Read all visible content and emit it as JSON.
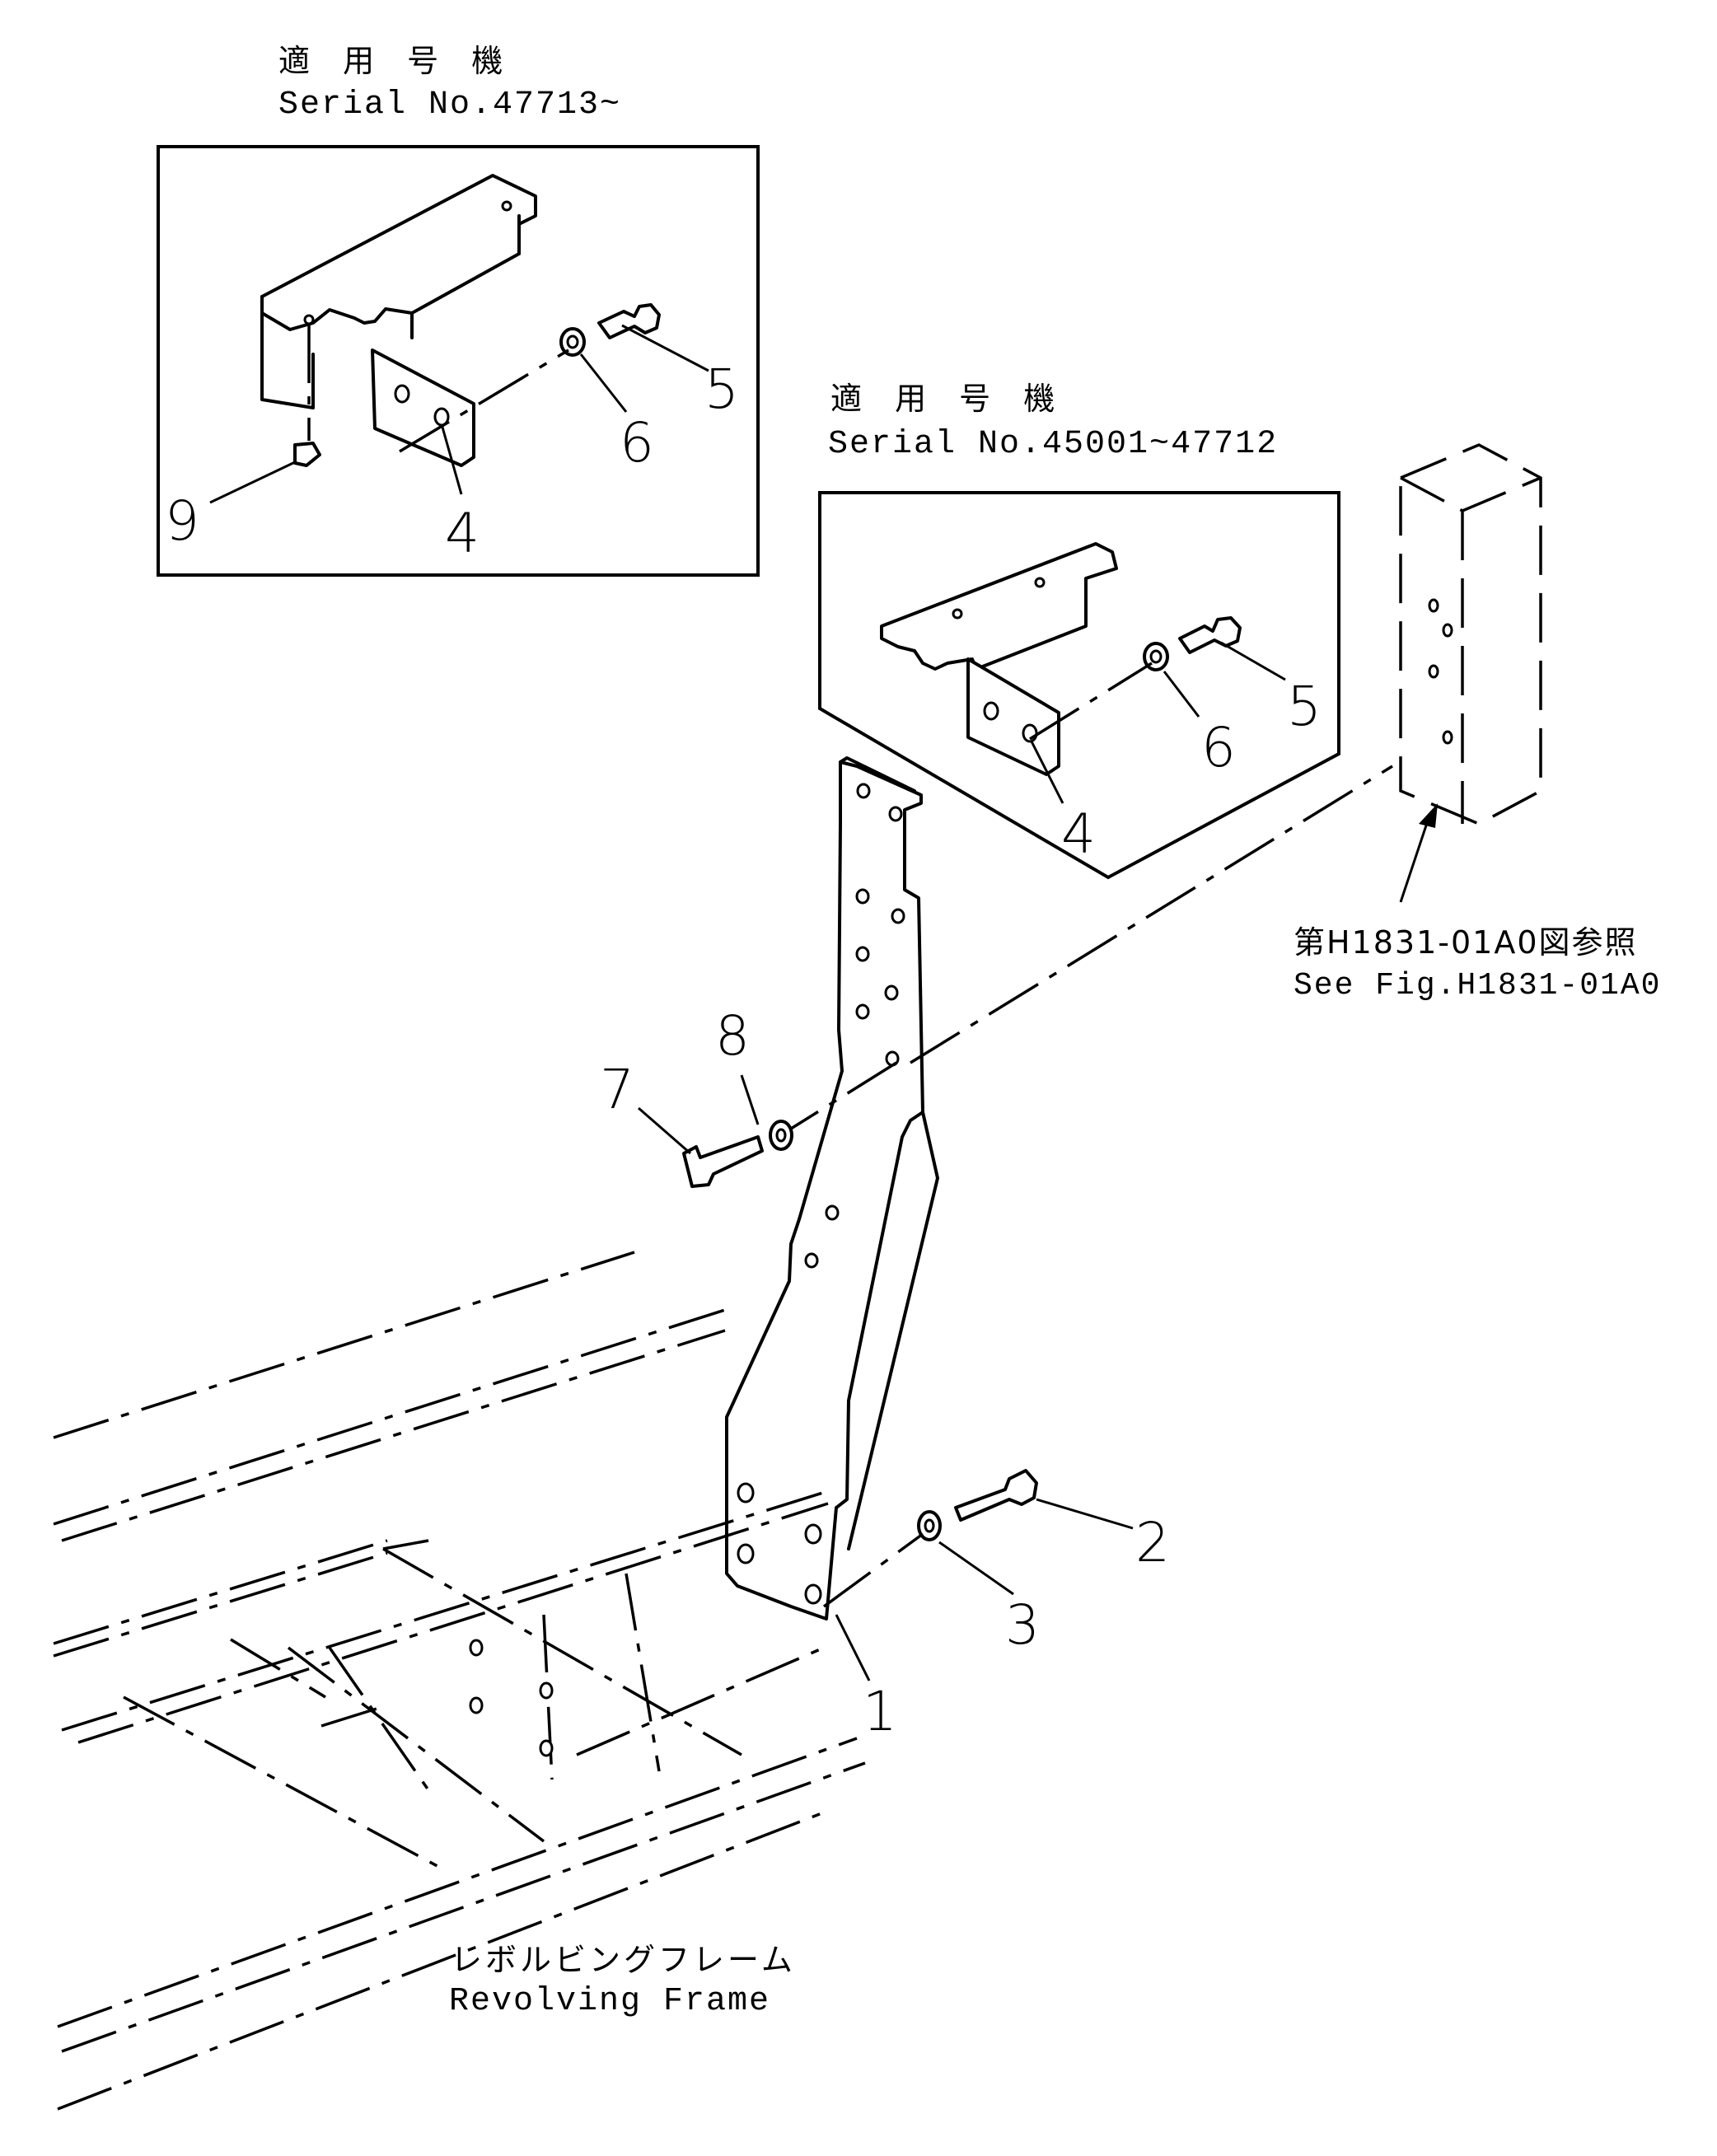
{
  "inset_a": {
    "label_jp": "適 用 号 機",
    "label_en": "Serial No.47713~"
  },
  "inset_b": {
    "label_jp": "適 用 号 機",
    "label_en": "Serial No.45001~47712"
  },
  "reference": {
    "label_jp": "第H1831-01A0図参照",
    "label_en": "See Fig.H1831-01A0"
  },
  "frame": {
    "label_jp": "レボルビングフレーム",
    "label_en": "Revolving Frame"
  },
  "callouts": {
    "c1": "1",
    "c2": "2",
    "c3": "3",
    "c4a": "4",
    "c4b": "4",
    "c5a": "5",
    "c5b": "5",
    "c6a": "6",
    "c6b": "6",
    "c7": "7",
    "c8": "8",
    "c9": "9"
  }
}
